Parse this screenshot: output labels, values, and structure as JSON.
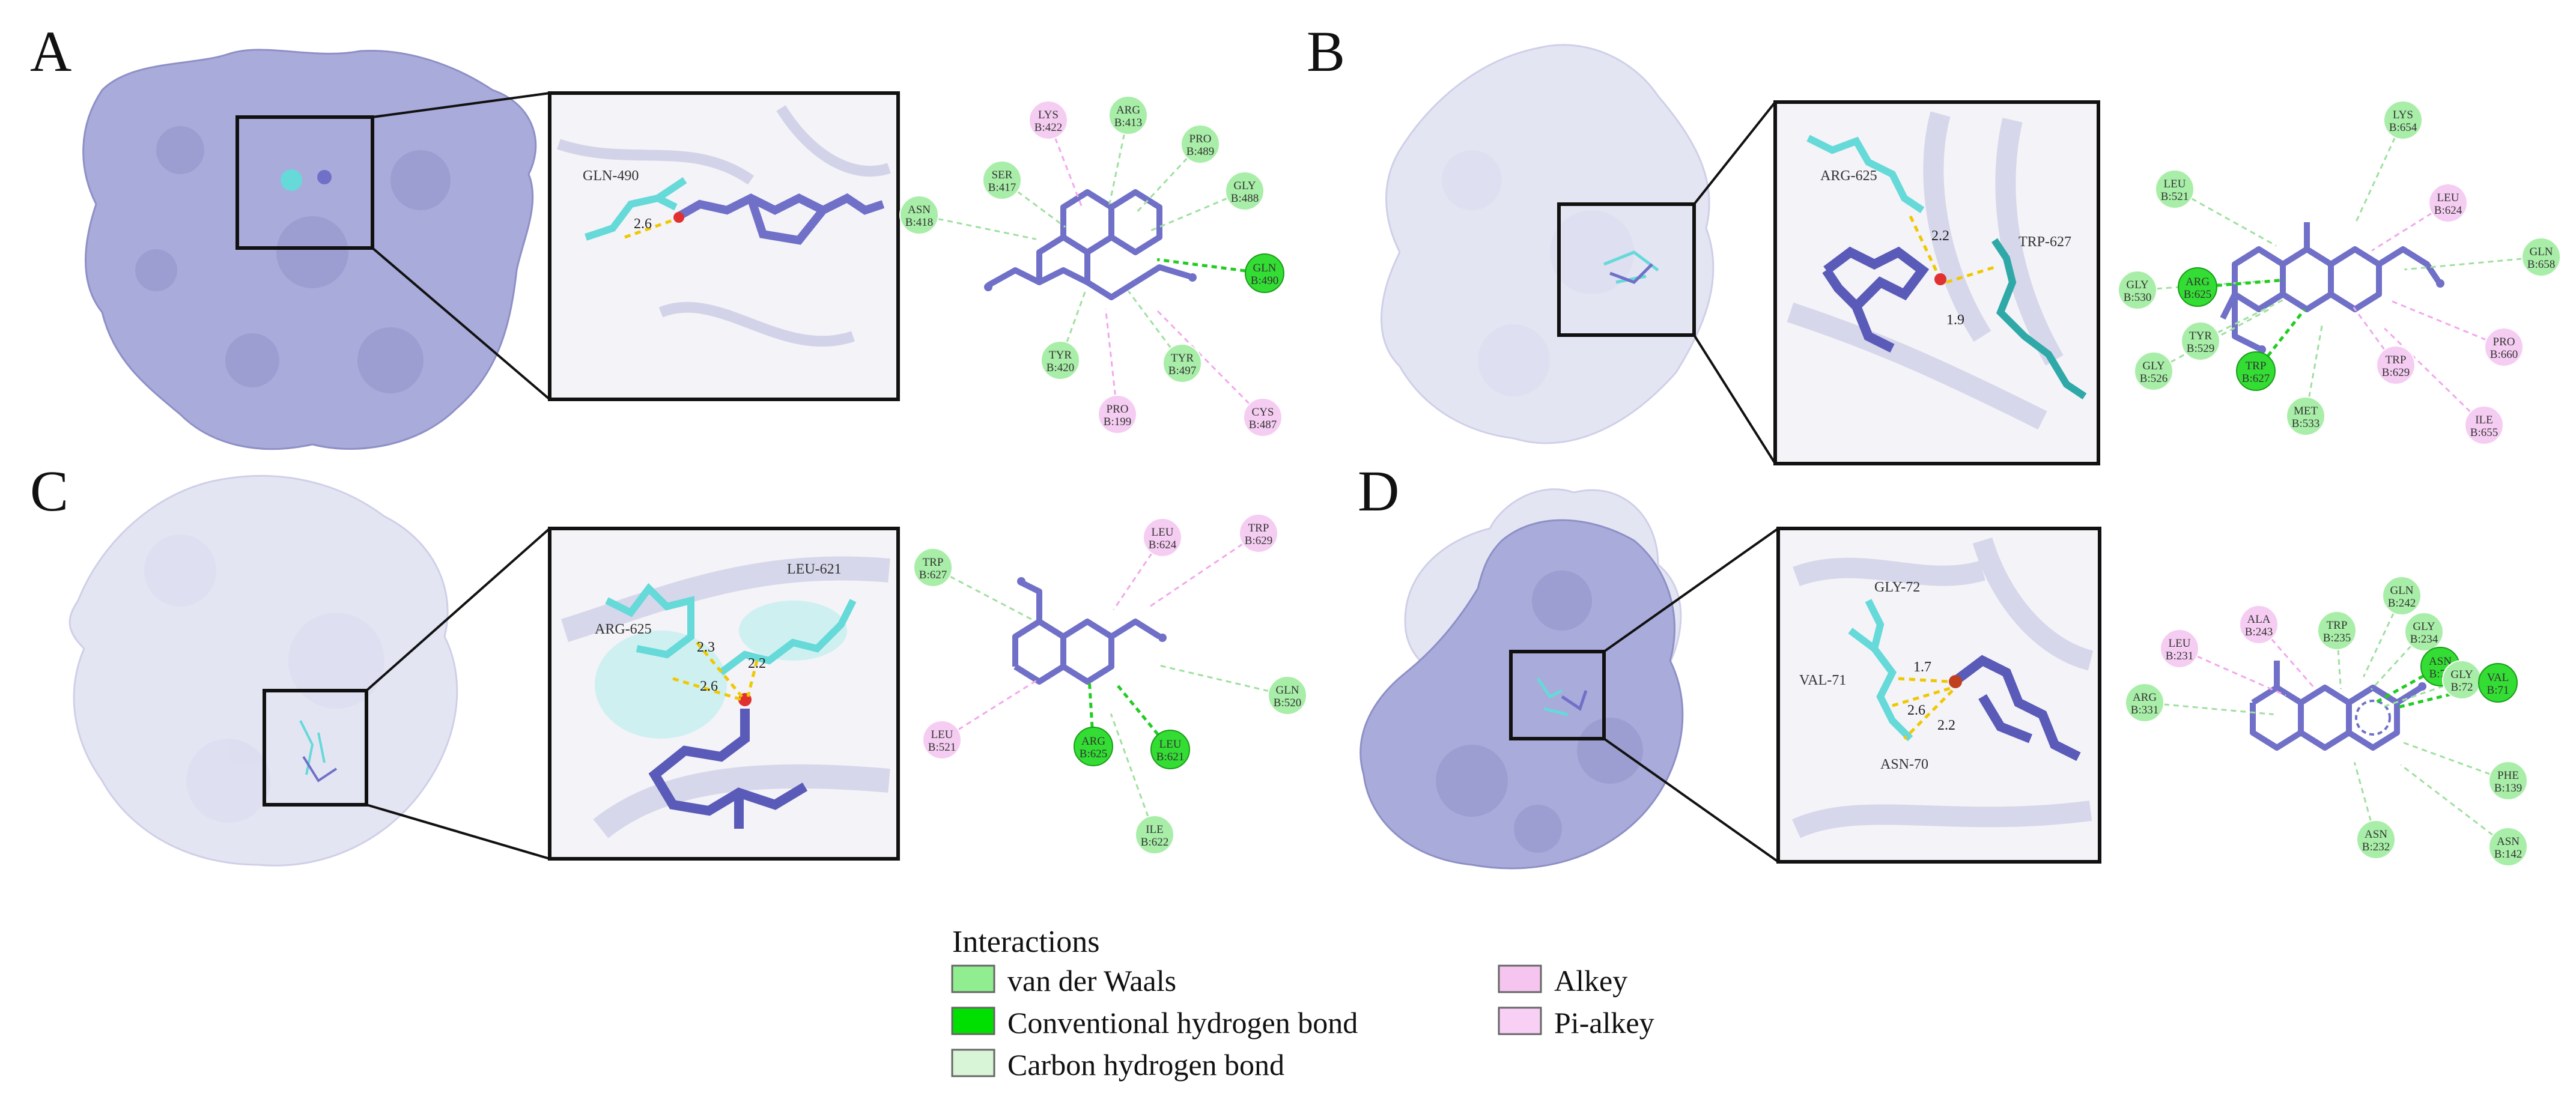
{
  "panels": [
    {
      "label": "A",
      "zoom_residues": [
        {
          "text": "GLN-490"
        }
      ],
      "distances": [
        "2.6"
      ],
      "residues": [
        {
          "name": "LYS",
          "id": "B:422",
          "type": "alkyl"
        },
        {
          "name": "ARG",
          "id": "B:413",
          "type": "vdw"
        },
        {
          "name": "PRO",
          "id": "B:489",
          "type": "vdw"
        },
        {
          "name": "SER",
          "id": "B:417",
          "type": "vdw"
        },
        {
          "name": "GLY",
          "id": "B:488",
          "type": "vdw"
        },
        {
          "name": "ASN",
          "id": "B:418",
          "type": "vdw"
        },
        {
          "name": "GLN",
          "id": "B:490",
          "type": "hbond"
        },
        {
          "name": "TYR",
          "id": "B:420",
          "type": "vdw"
        },
        {
          "name": "TYR",
          "id": "B:497",
          "type": "vdw"
        },
        {
          "name": "PRO",
          "id": "B:199",
          "type": "alkyl"
        },
        {
          "name": "CYS",
          "id": "B:487",
          "type": "alkyl"
        }
      ]
    },
    {
      "label": "B",
      "zoom_residues": [
        {
          "text": "ARG-625"
        },
        {
          "text": "TRP-627"
        }
      ],
      "distances": [
        "2.2",
        "1.9"
      ],
      "residues": [
        {
          "name": "LYS",
          "id": "B:654",
          "type": "vdw"
        },
        {
          "name": "LEU",
          "id": "B:521",
          "type": "vdw"
        },
        {
          "name": "LEU",
          "id": "B:624",
          "type": "alkyl"
        },
        {
          "name": "GLN",
          "id": "B:658",
          "type": "vdw"
        },
        {
          "name": "GLY",
          "id": "B:530",
          "type": "vdw"
        },
        {
          "name": "ARG",
          "id": "B:625",
          "type": "hbond"
        },
        {
          "name": "TYR",
          "id": "B:529",
          "type": "vdw"
        },
        {
          "name": "GLY",
          "id": "B:526",
          "type": "vdw"
        },
        {
          "name": "TRP",
          "id": "B:627",
          "type": "hbond"
        },
        {
          "name": "MET",
          "id": "B:533",
          "type": "vdw"
        },
        {
          "name": "TRP",
          "id": "B:629",
          "type": "alkyl"
        },
        {
          "name": "PRO",
          "id": "B:660",
          "type": "alkyl"
        },
        {
          "name": "ILE",
          "id": "B:655",
          "type": "alkyl"
        }
      ]
    },
    {
      "label": "C",
      "zoom_residues": [
        {
          "text": "LEU-621"
        },
        {
          "text": "ARG-625"
        }
      ],
      "distances": [
        "2.3",
        "2.2",
        "2.6"
      ],
      "residues": [
        {
          "name": "TRP",
          "id": "B:627",
          "type": "vdw"
        },
        {
          "name": "LEU",
          "id": "B:624",
          "type": "alkyl"
        },
        {
          "name": "TRP",
          "id": "B:629",
          "type": "alkyl"
        },
        {
          "name": "GLN",
          "id": "B:520",
          "type": "vdw"
        },
        {
          "name": "LEU",
          "id": "B:521",
          "type": "alkyl"
        },
        {
          "name": "ARG",
          "id": "B:625",
          "type": "hbond"
        },
        {
          "name": "LEU",
          "id": "B:621",
          "type": "hbond"
        },
        {
          "name": "ILE",
          "id": "B:622",
          "type": "vdw"
        }
      ]
    },
    {
      "label": "D",
      "zoom_residues": [
        {
          "text": "GLY-72"
        },
        {
          "text": "VAL-71"
        },
        {
          "text": "ASN-70"
        }
      ],
      "distances": [
        "1.7",
        "2.6",
        "2.2"
      ],
      "residues": [
        {
          "name": "GLN",
          "id": "B:242",
          "type": "vdw"
        },
        {
          "name": "ALA",
          "id": "B:243",
          "type": "alkyl"
        },
        {
          "name": "TRP",
          "id": "B:235",
          "type": "vdw"
        },
        {
          "name": "GLY",
          "id": "B:234",
          "type": "vdw"
        },
        {
          "name": "LEU",
          "id": "B:231",
          "type": "alkyl"
        },
        {
          "name": "ASN",
          "id": "B:70",
          "type": "hbond"
        },
        {
          "name": "GLY",
          "id": "B:72",
          "type": "vdw"
        },
        {
          "name": "VAL",
          "id": "B:71",
          "type": "hbond"
        },
        {
          "name": "ARG",
          "id": "B:331",
          "type": "vdw"
        },
        {
          "name": "PHE",
          "id": "B:139",
          "type": "vdw"
        },
        {
          "name": "ASN",
          "id": "B:232",
          "type": "vdw"
        },
        {
          "name": "ASN",
          "id": "B:142",
          "type": "vdw"
        }
      ]
    }
  ],
  "legend": {
    "title": "Interactions",
    "items": [
      {
        "label": "van der Waals",
        "swatch": "#90ee90"
      },
      {
        "label": "Conventional hydrogen bond",
        "swatch": "#00e000"
      },
      {
        "label": "Carbon hydrogen bond",
        "swatch": "#d8f5d8"
      },
      {
        "label": "Alkey",
        "swatch": "#f5c5f0"
      },
      {
        "label": "Pi-alkey",
        "swatch": "#f8d0f5"
      }
    ]
  },
  "colors": {
    "protein_surface": "#a9abdb",
    "protein_faded": "#e4e5f3",
    "ligand": "#7070c8",
    "residue_stick": "#66d9d9",
    "hbond_line": "#f0c800",
    "vdw_fill": "#a8eea8",
    "hbond_fill": "#33dd33",
    "alkyl_fill": "#f6cdf2"
  }
}
